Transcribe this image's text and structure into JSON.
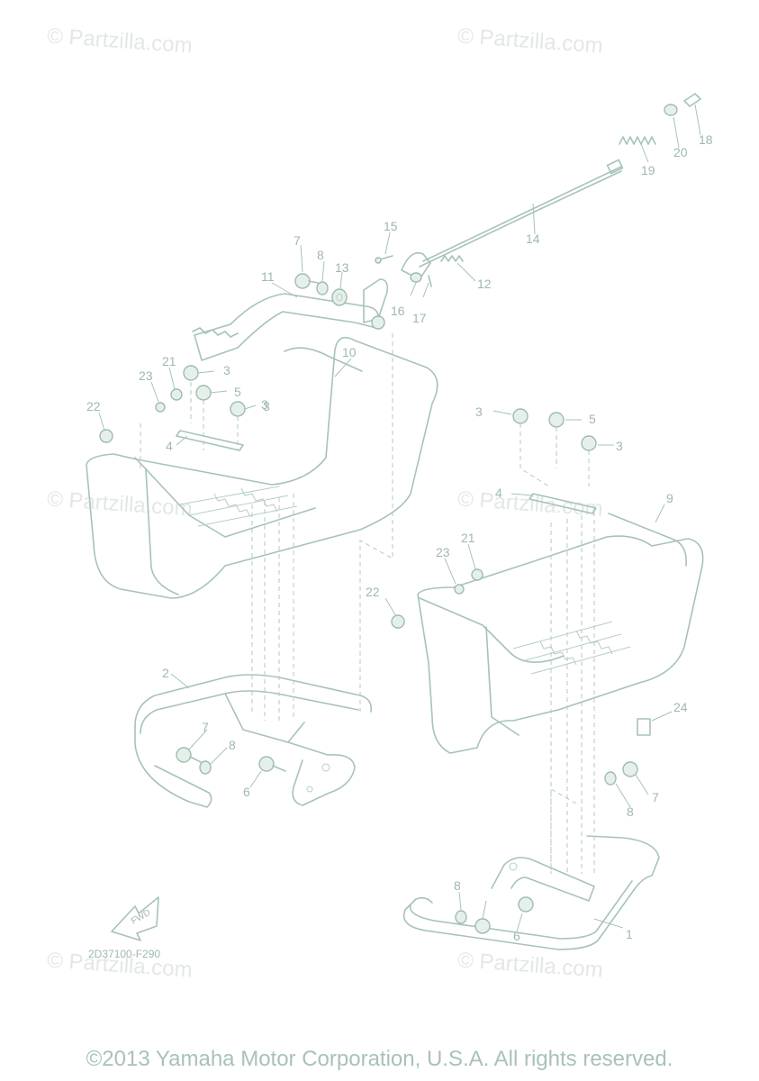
{
  "watermark_text": "© Partzilla.com",
  "diagram_code": "2D37100-F290",
  "fwd_label": "FWD",
  "copyright": "©2013 Yamaha Motor Corporation, U.S.A. All rights reserved.",
  "callouts": [
    "1",
    "2",
    "3",
    "3",
    "3",
    "3",
    "3",
    "4",
    "4",
    "5",
    "5",
    "6",
    "6",
    "7",
    "7",
    "7",
    "8",
    "8",
    "8",
    "8",
    "9",
    "10",
    "11",
    "12",
    "13",
    "14",
    "15",
    "16",
    "17",
    "18",
    "19",
    "20",
    "21",
    "21",
    "22",
    "22",
    "23",
    "23",
    "24"
  ],
  "colors": {
    "line": "#a7c3b6",
    "watermark": "#e2e8e4",
    "text": "#9fb9ad"
  }
}
